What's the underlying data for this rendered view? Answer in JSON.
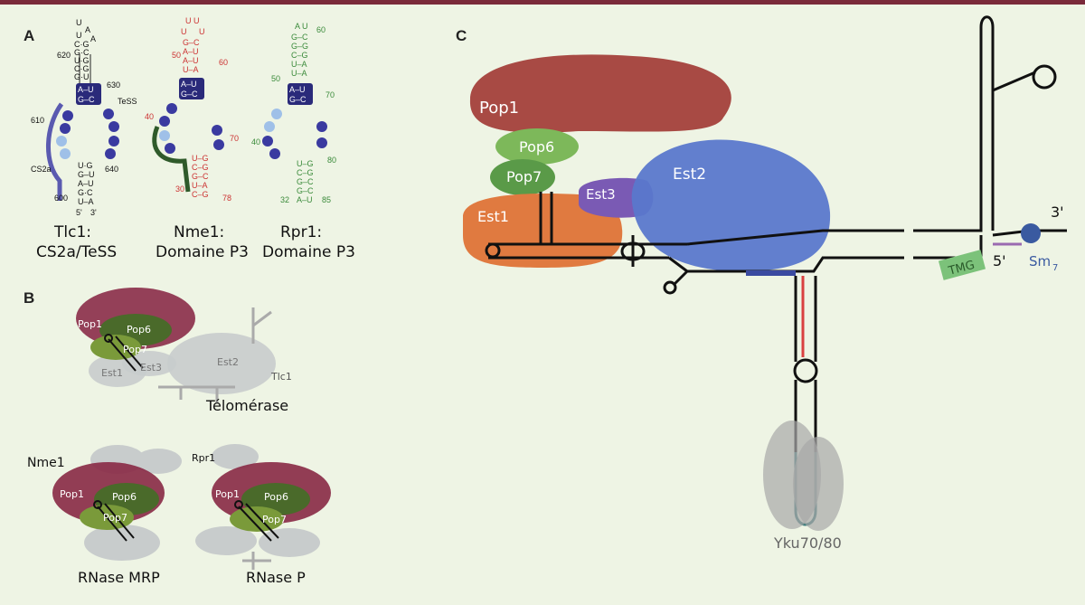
{
  "panels": {
    "a": "A",
    "b": "B",
    "c": "C"
  },
  "panel_a": {
    "tlc1": {
      "line1": "Tlc1:",
      "line2": "CS2a/TeSS",
      "tess": "TeSS",
      "cs2a": "CS2a",
      "n620": "620",
      "n630": "630",
      "n610": "610",
      "n640": "640",
      "n600": "600",
      "five": "5'",
      "three": "3'"
    },
    "nme1": {
      "line1": "Nme1:",
      "line2": "Domaine P3",
      "n50": "50",
      "n60": "60",
      "n40": "40",
      "n70": "70",
      "n30": "30",
      "n78": "78"
    },
    "rpr1": {
      "line1": "Rpr1:",
      "line2": "Domaine P3",
      "n60": "60",
      "n50": "50",
      "n70": "70",
      "n40": "40",
      "n80": "80",
      "n32": "32",
      "n85": "85"
    }
  },
  "panel_b": {
    "telomerase": {
      "pop1": "Pop1",
      "pop6": "Pop6",
      "pop7": "Pop7",
      "est1": "Est1",
      "est3": "Est3",
      "est2": "Est2",
      "tlc1": "Tlc1",
      "caption": "Télomérase"
    },
    "mrp": {
      "name": "Nme1",
      "pop1": "Pop1",
      "pop6": "Pop6",
      "pop7": "Pop7",
      "caption": "RNase MRP"
    },
    "rnasep": {
      "name": "Rpr1",
      "pop1": "Pop1",
      "pop6": "Pop6",
      "pop7": "Pop7",
      "caption": "RNase P"
    }
  },
  "panel_c": {
    "pop1": "Pop1",
    "pop6": "Pop6",
    "pop7": "Pop7",
    "est1": "Est1",
    "est3": "Est3",
    "est2": "Est2",
    "tmg": "TMG",
    "five": "5'",
    "three": "3'",
    "sm": "Sm",
    "sm_sub": "7",
    "yku": "Yku70/80"
  },
  "colors": {
    "pop1": "#a84a44",
    "pop6": "#7db85a",
    "pop7": "#5a9a48",
    "est1": "#e07a40",
    "est3": "#7a5ab4",
    "est2": "#5a78cc",
    "tmg": "#7cc27a",
    "sm": "#3a5aa0"
  }
}
